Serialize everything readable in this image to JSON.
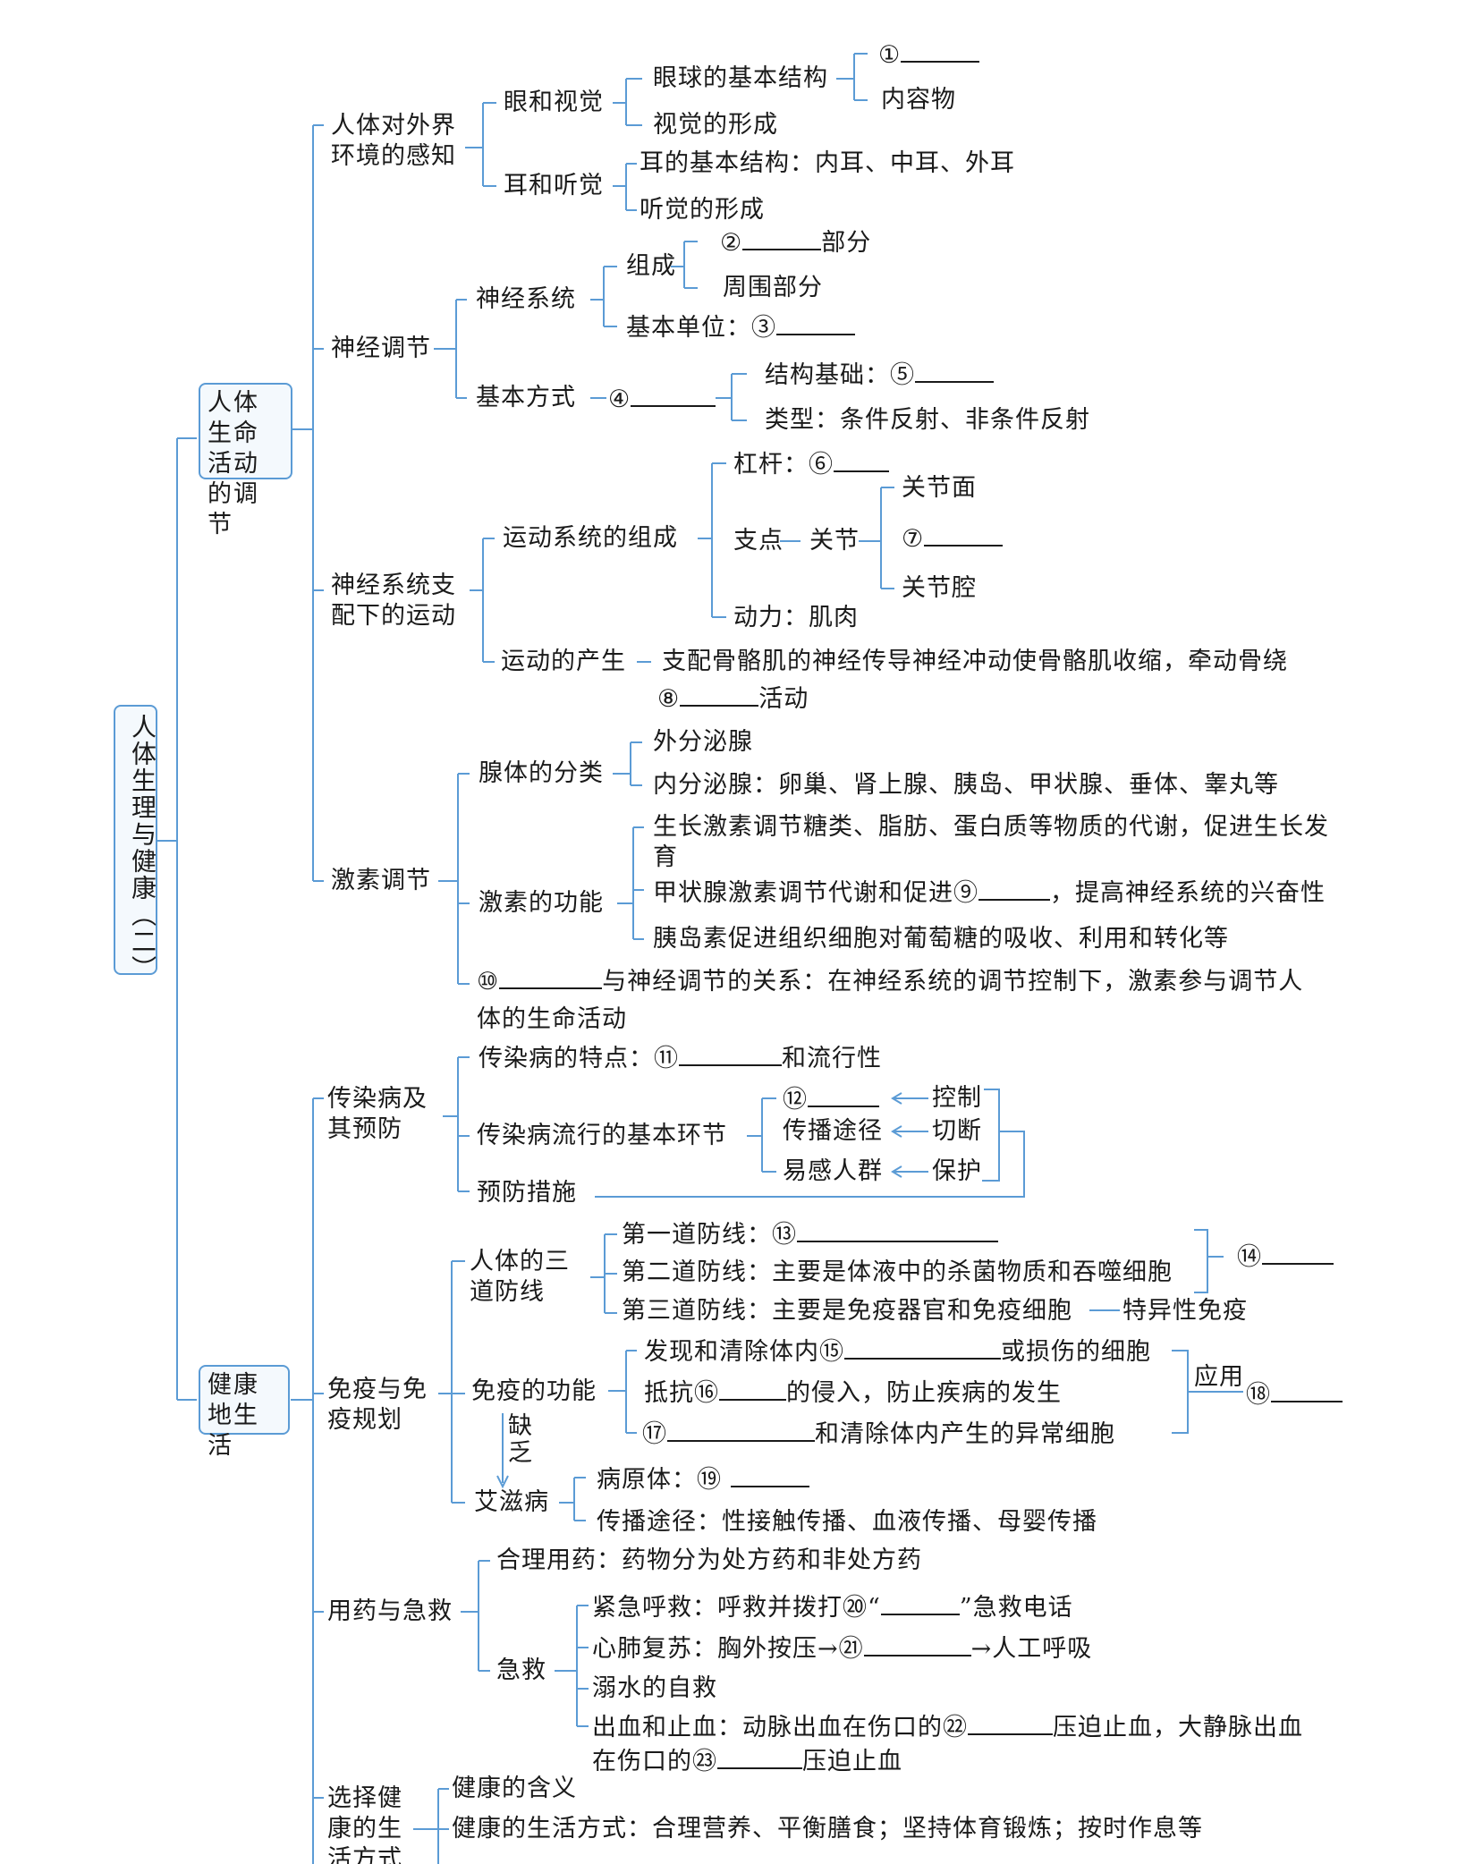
{
  "root": {
    "title": "人体生理与健康（二）"
  },
  "l1": {
    "regulation": "人体生命活动的调节",
    "health": "健康地生活"
  },
  "perception": {
    "label": "人体对外界环境的感知",
    "eye": "眼和视觉",
    "eyeball": "眼球的基本结构",
    "b1": "①",
    "contents": "内容物",
    "vision": "视觉的形成",
    "ear": "耳和听觉",
    "ear_structure": "耳的基本结构：内耳、中耳、外耳",
    "hearing": "听觉的形成"
  },
  "neural": {
    "label": "神经调节",
    "system": "神经系统",
    "composition": "组成",
    "b2": "②",
    "part": "部分",
    "peripheral": "周围部分",
    "unit": "基本单位：③",
    "mode": "基本方式",
    "b4": "④",
    "structure": "结构基础：⑤",
    "types": "类型：条件反射、非条件反射"
  },
  "movement": {
    "label": "神经系统支配下的运动",
    "composition": "运动系统的组成",
    "lever": "杠杆：⑥",
    "fulcrum": "支点",
    "joint": "关节",
    "joint_surface": "关节面",
    "b7": "⑦",
    "joint_cavity": "关节腔",
    "power": "动力：肌肉",
    "production": "运动的产生",
    "production_desc": "支配骨骼肌的神经传导神经冲动使骨骼肌收缩，牵动骨绕",
    "b8": "⑧",
    "activity": "活动"
  },
  "hormone": {
    "label": "激素调节",
    "glands": "腺体的分类",
    "exocrine": "外分泌腺",
    "endocrine": "内分泌腺：卵巢、肾上腺、胰岛、甲状腺、垂体、睾丸等",
    "function": "激素的功能",
    "gh": "生长激素调节糖类、脂肪、蛋白质等物质的代谢，促进生长发育",
    "thyroid_a": "甲状腺激素调节代谢和促进⑨",
    "thyroid_b": "，提高神经系统的兴奋性",
    "insulin": "胰岛素促进组织细胞对葡萄糖的吸收、利用和转化等",
    "b10": "⑩",
    "relation": "与神经调节的关系：在神经系统的调节控制下，激素参与调节人",
    "relation_2": "体的生命活动"
  },
  "infection": {
    "label": "传染病及其预防",
    "features": "传染病的特点：⑪",
    "epidemic": "和流行性",
    "links": "传染病流行的基本环节",
    "b12": "⑫",
    "route": "传播途径",
    "susceptible": "易感人群",
    "control": "控制",
    "cut": "切断",
    "protect": "保护",
    "prevention": "预防措施"
  },
  "immunity": {
    "label": "免疫与免疫规划",
    "defense": "人体的三道防线",
    "first": "第一道防线：⑬",
    "second": "第二道防线：主要是体液中的杀菌物质和吞噬细胞",
    "third": "第三道防线：主要是免疫器官和免疫细胞",
    "specific": "特异性免疫",
    "b14": "⑭",
    "function": "免疫的功能",
    "f1a": "发现和清除体内⑮",
    "f1b": "或损伤的细胞",
    "f2a": "抵抗⑯",
    "f2b": "的侵入，防止疾病的发生",
    "f3a": "⑰",
    "f3b": "和清除体内产生的异常细胞",
    "apply": "应用",
    "b18": "⑱",
    "lack": "缺乏",
    "aids": "艾滋病",
    "pathogen": "病原体：⑲",
    "aids_route": "传播途径：性接触传播、血液传播、母婴传播"
  },
  "medicine": {
    "label": "用药与急救",
    "rational": "合理用药：药物分为处方药和非处方药",
    "aid": "急救",
    "call_a": "紧急呼救：呼救并拨打⑳“",
    "call_b": "”急救电话",
    "cpr_a": "心肺复苏：胸外按压→㉑",
    "cpr_b": "→人工呼吸",
    "drowning": "溺水的自救",
    "bleed_a": "出血和止血：动脉出血在伤口的㉒",
    "bleed_b": "压迫止血，大静脉出血",
    "bleed_c": "在伤口的㉓",
    "bleed_d": "压迫止血"
  },
  "lifestyle": {
    "label": "选择健康的生活方式",
    "meaning": "健康的含义",
    "way": "健康的生活方式：合理营养、平衡膳食；坚持体育锻炼；按时作息等"
  }
}
